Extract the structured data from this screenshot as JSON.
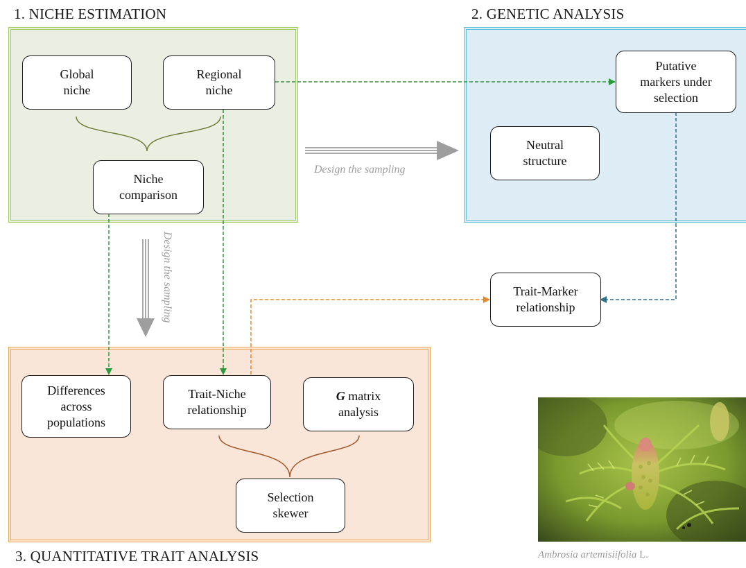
{
  "sections": {
    "niche": {
      "title": "1. NICHE ESTIMATION",
      "fill": "#ebefe2",
      "border": "#9ccc5a"
    },
    "genetic": {
      "title": "2. GENETIC ANALYSIS",
      "fill": "#deedf5",
      "border": "#5bc3d6"
    },
    "trait": {
      "title": "3. QUANTITATIVE TRAIT ANALYSIS",
      "fill": "#fae6d8",
      "border": "#f0a84e"
    }
  },
  "nodes": {
    "global_niche": "Global\nniche",
    "regional_niche": "Regional\nniche",
    "niche_comparison": "Niche\ncomparison",
    "putative_markers": "Putative\nmarkers under\nselection",
    "neutral_structure": "Neutral\nstructure",
    "trait_marker": "Trait-Marker\nrelationship",
    "differences": "Differences\nacross\npopulations",
    "trait_niche": "Trait-Niche\nrelationship",
    "g_matrix_symbol": "G",
    "g_matrix_rest": " matrix\nanalysis",
    "selection_skewer": "Selection\nskewer"
  },
  "labels": {
    "design_sampling_h": "Design the sampling",
    "design_sampling_v": "Design the sampling"
  },
  "photo": {
    "caption_species": "Ambrosia artemisiifolia",
    "caption_author": " L."
  },
  "colors": {
    "green_arrow": "#2a9a3c",
    "teal_arrow": "#2f6f86",
    "orange_arrow": "#e8872e",
    "gray_arrow": "#9e9e9e",
    "brace_green": "#6b7d3a",
    "brace_brown": "#a0562a"
  }
}
